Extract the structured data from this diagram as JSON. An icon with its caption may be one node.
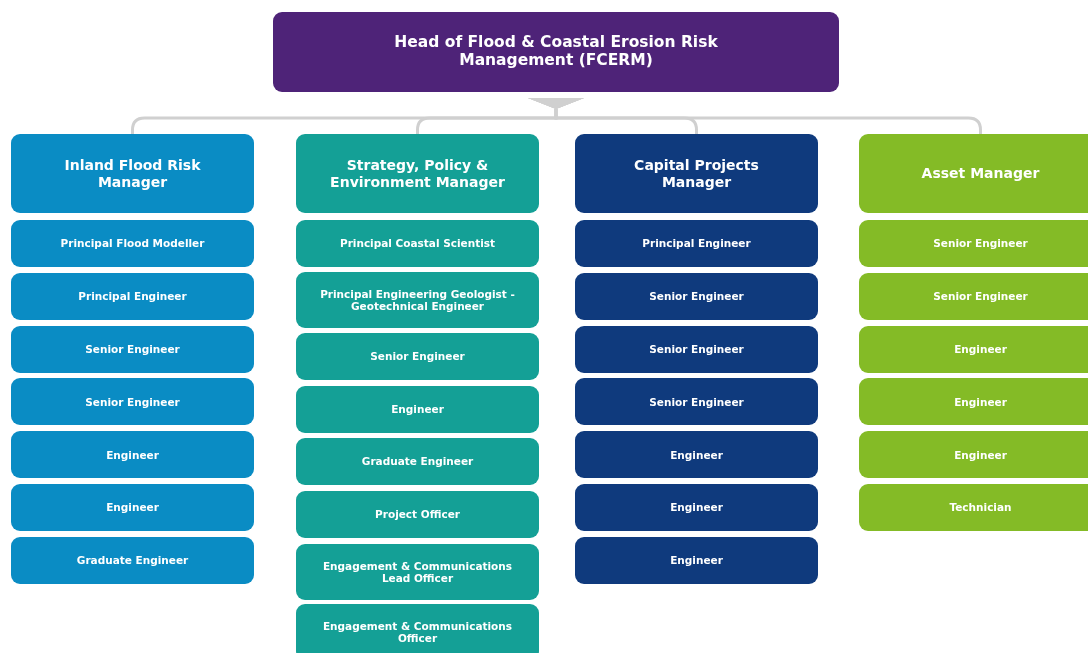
{
  "diagram": {
    "nodes": [
      {
        "text": [
          "Head of Flood & Coastal Erosion Risk Management (FCERM)"
        ]
      },
      {
        "text": [
          "Inland Flood Risk Manager"
        ]
      },
      {
        "text": [
          "Principal Flood Modeller"
        ]
      },
      {
        "text": [
          "Principal Engineer"
        ]
      },
      {
        "text": [
          "Senior Engineer"
        ]
      },
      {
        "text": [
          "Senior Engineer"
        ]
      },
      {
        "text": [
          "Engineer"
        ]
      },
      {
        "text": [
          "Engineer"
        ]
      },
      {
        "text": [
          "Graduate Engineer"
        ]
      },
      {
        "text": [
          "Strategy, Policy & Environment Manager"
        ]
      },
      {
        "text": [
          "Principal Coastal Scientist"
        ]
      },
      {
        "text": [
          "Principal Engineering Geologist - Geotechnical Engineer"
        ]
      },
      {
        "text": [
          "Senior Engineer"
        ]
      },
      {
        "text": [
          "Engineer"
        ]
      },
      {
        "text": [
          "Graduate Engineer"
        ]
      },
      {
        "text": [
          "Project Officer"
        ]
      },
      {
        "text": [
          "Engagement & Communications Lead Officer"
        ]
      },
      {
        "text": [
          "Engagement & Communications Officer"
        ]
      },
      {
        "text": [
          "Capital Projects Manager"
        ]
      },
      {
        "text": [
          "Principal Engineer"
        ]
      },
      {
        "text": [
          "Senior Engineer"
        ]
      },
      {
        "text": [
          "Senior Engineer"
        ]
      },
      {
        "text": [
          "Senior Engineer"
        ]
      },
      {
        "text": [
          "Engineer"
        ]
      },
      {
        "text": [
          "Engineer"
        ]
      },
      {
        "text": [
          "Engineer"
        ]
      },
      {
        "text": [
          "Asset Manager"
        ]
      },
      {
        "text": [
          "Senior Engineer"
        ]
      },
      {
        "text": [
          "Senior Engineer"
        ]
      },
      {
        "text": [
          "Engineer"
        ]
      },
      {
        "text": [
          "Engineer"
        ]
      },
      {
        "text": [
          "Engineer"
        ]
      },
      {
        "text": [
          "Technician"
        ]
      }
    ],
    "edges": [
      {
        "from": 0,
        "to": 1,
        "arrow": "other"
      },
      {
        "from": 0,
        "to": 9,
        "arrow": "other"
      },
      {
        "from": 0,
        "to": 18,
        "arrow": "other"
      },
      {
        "from": 0,
        "to": 26,
        "arrow": "other"
      }
    ]
  }
}
